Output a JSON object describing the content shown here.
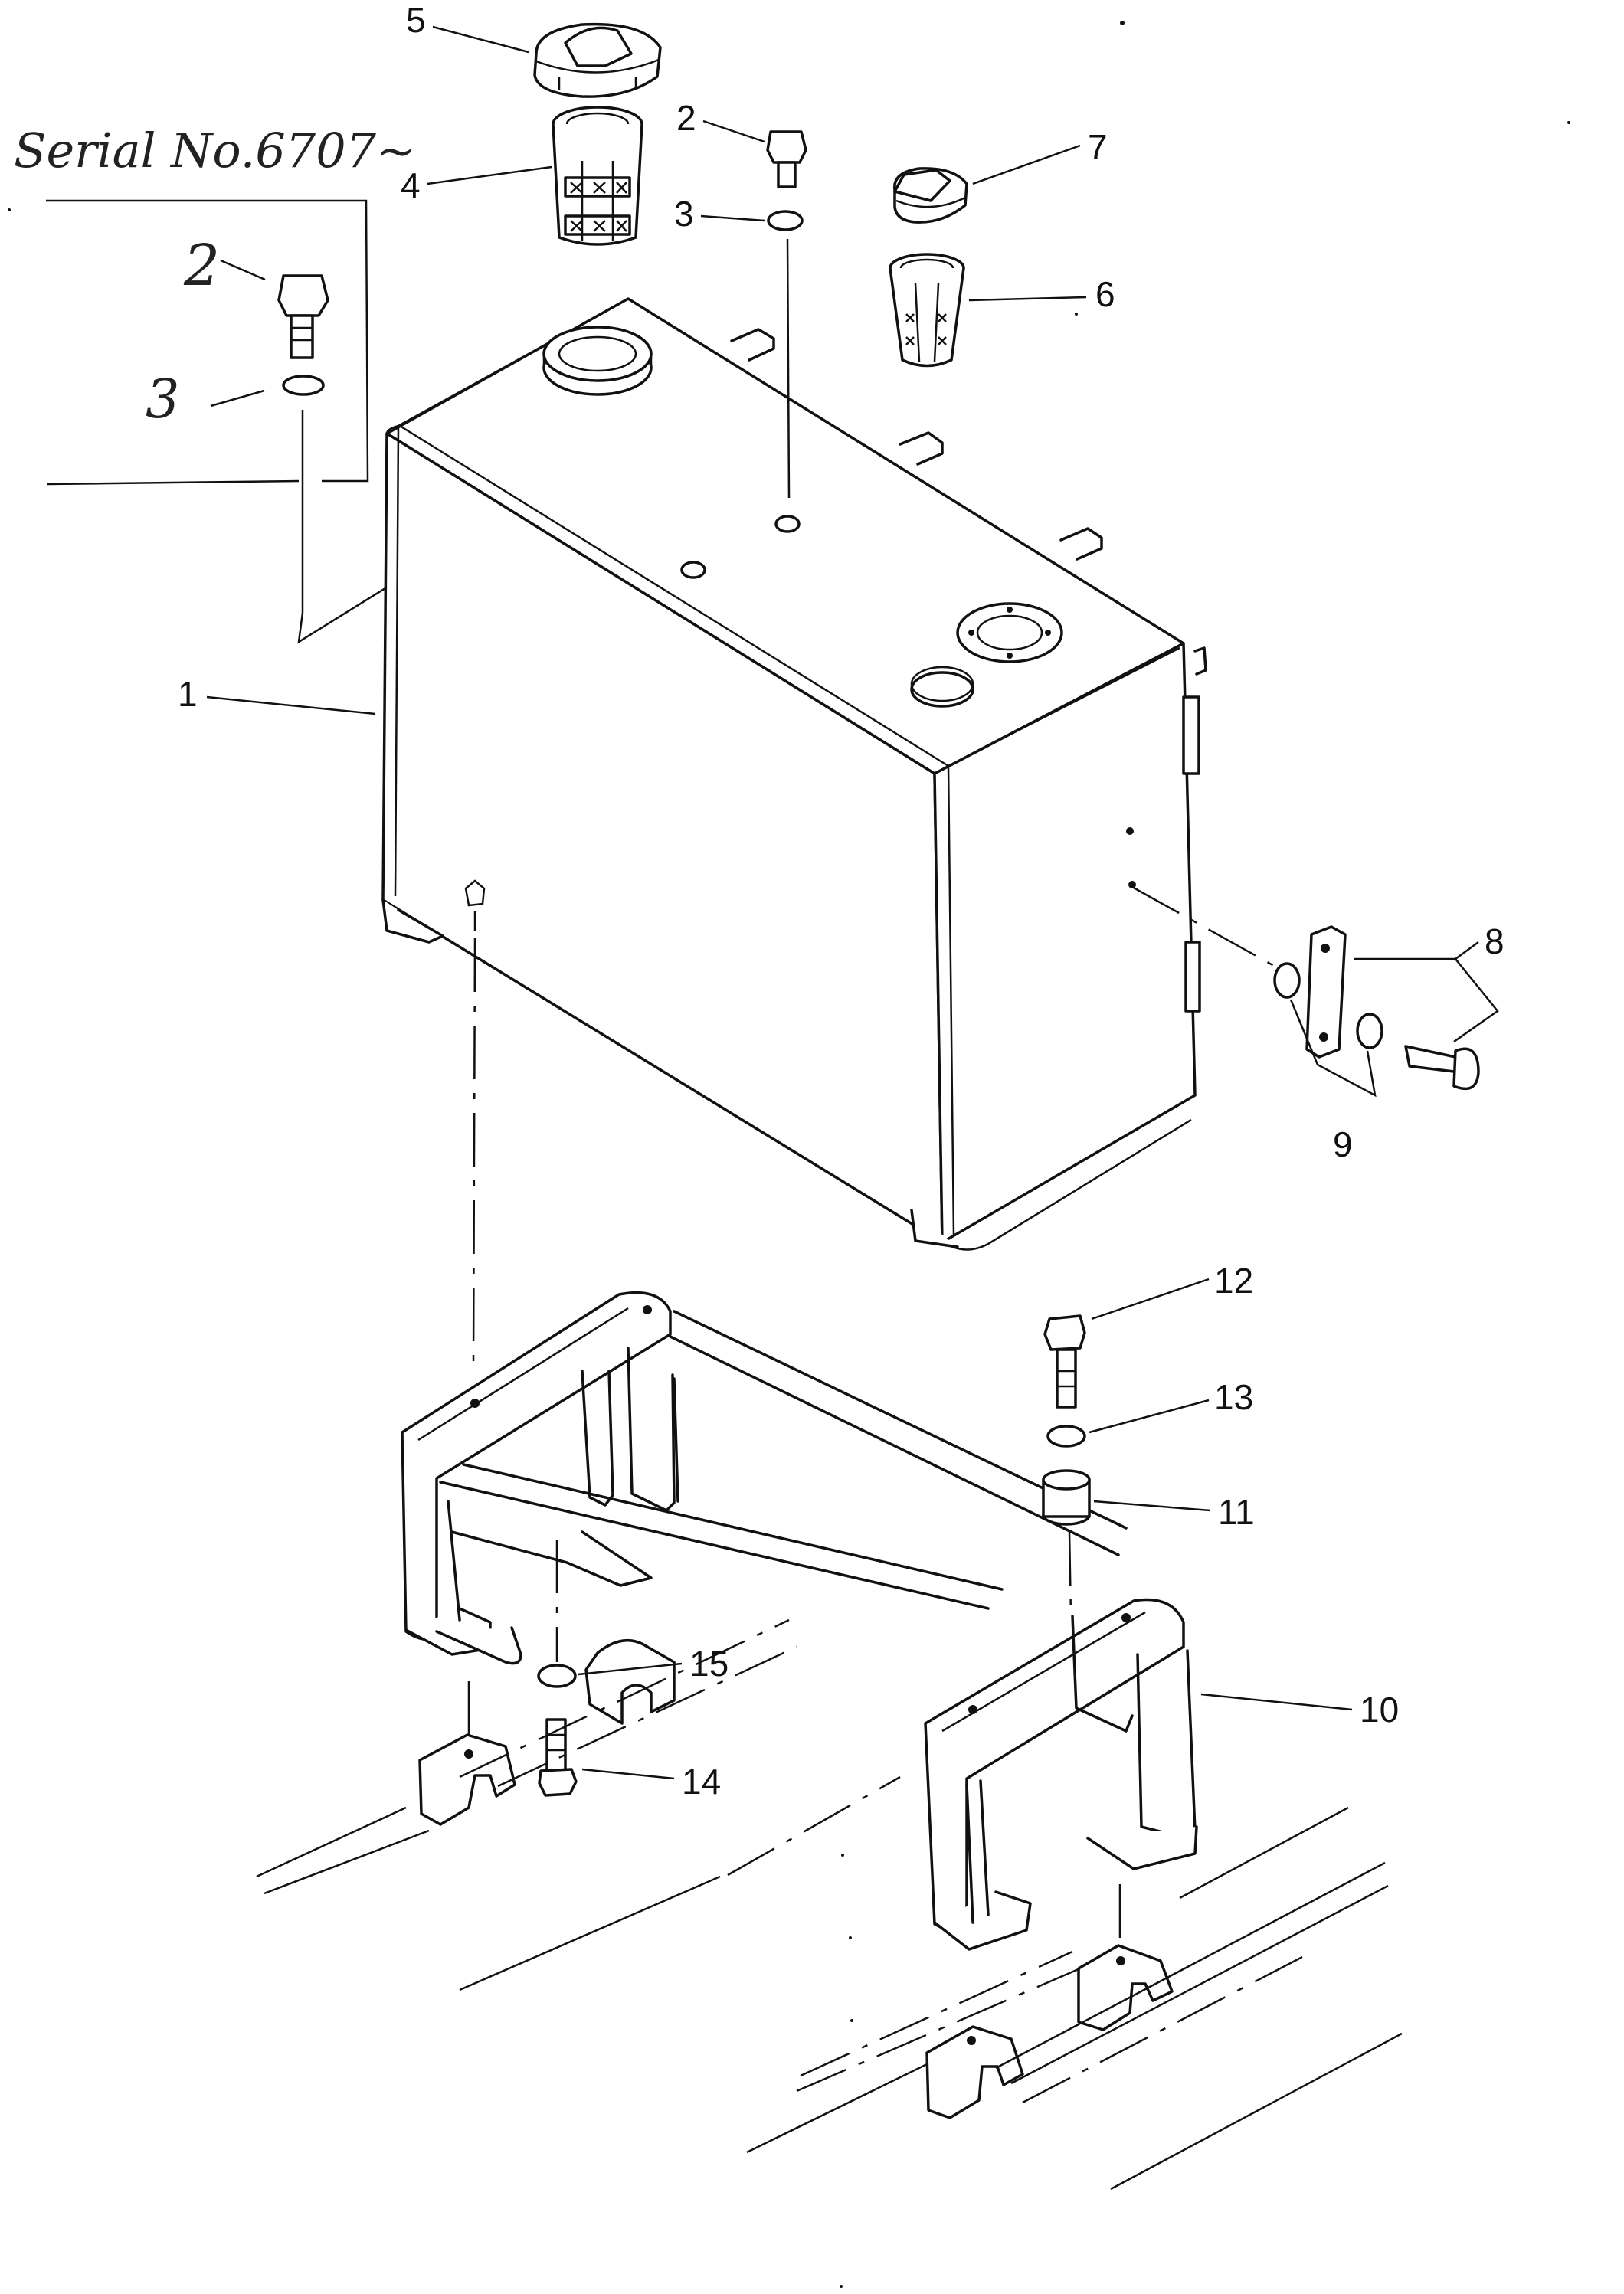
{
  "inset": {
    "serial_label": "Serial No.6707~",
    "items": [
      {
        "number": "2"
      },
      {
        "number": "3"
      }
    ]
  },
  "callouts": [
    {
      "number": "1",
      "part": "tank"
    },
    {
      "number": "2",
      "part": "plug"
    },
    {
      "number": "3",
      "part": "washer"
    },
    {
      "number": "4",
      "part": "strainer"
    },
    {
      "number": "5",
      "part": "filler-cap"
    },
    {
      "number": "6",
      "part": "strainer"
    },
    {
      "number": "7",
      "part": "cap"
    },
    {
      "number": "8",
      "part": "clamp-bolt-group"
    },
    {
      "number": "9",
      "part": "washers"
    },
    {
      "number": "10",
      "part": "bracket-frame"
    },
    {
      "number": "11",
      "part": "spacer"
    },
    {
      "number": "12",
      "part": "bolt"
    },
    {
      "number": "13",
      "part": "washer"
    },
    {
      "number": "14",
      "part": "bolt"
    },
    {
      "number": "15",
      "part": "washer"
    }
  ]
}
